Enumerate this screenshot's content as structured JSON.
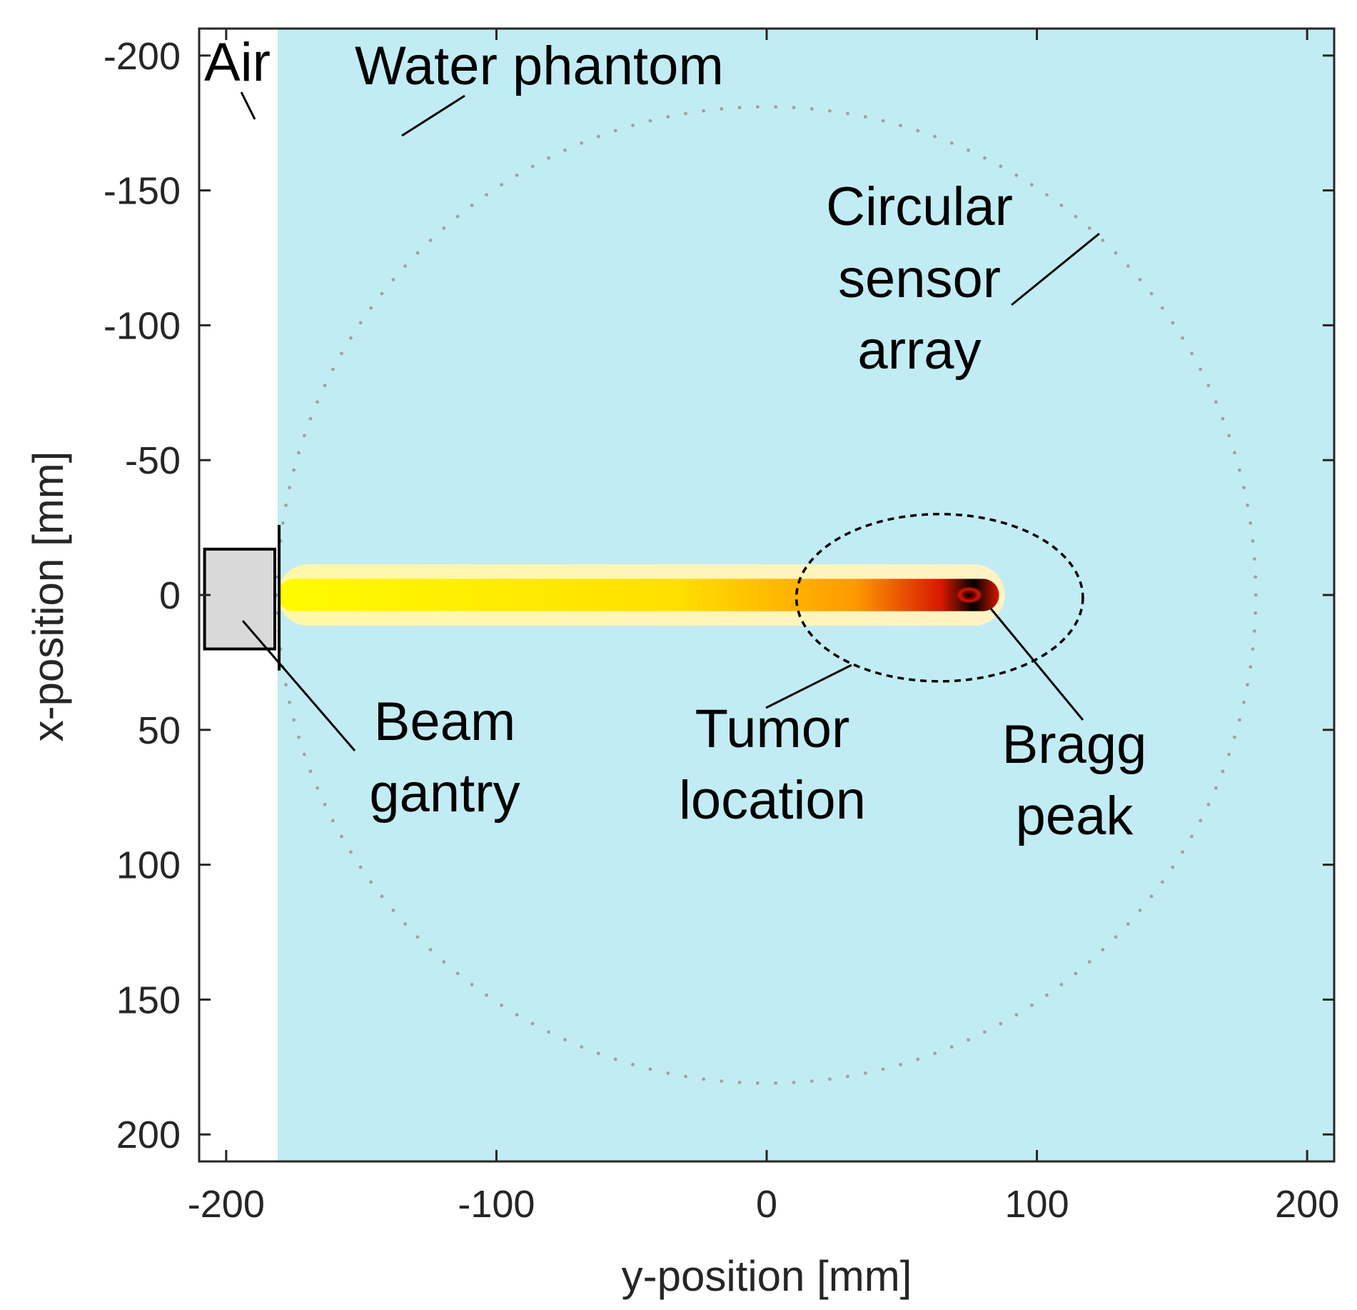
{
  "chart_data": {
    "type": "heatmap",
    "xlabel": "y-position [mm]",
    "ylabel": "x-position [mm]",
    "xlim": [
      -210,
      210
    ],
    "ylim": [
      -210,
      210
    ],
    "y_axis_reversed": true,
    "xticks": [
      -200,
      -100,
      0,
      100,
      200
    ],
    "xtick_labels": [
      "-200",
      "-100",
      "0",
      "100",
      "200"
    ],
    "yticks": [
      -200,
      -150,
      -100,
      -50,
      0,
      50,
      100,
      150,
      200
    ],
    "ytick_labels": [
      "-200",
      "-150",
      "-100",
      "-50",
      "0",
      "50",
      "100",
      "150",
      "200"
    ],
    "grid": false,
    "regions": {
      "air": {
        "label": "Air",
        "y_range": [
          -210,
          -181
        ],
        "color": "#ffffff"
      },
      "water": {
        "label": "Water phantom",
        "y_range": [
          -181,
          210
        ],
        "color": "#c2ecf4"
      }
    },
    "sensor_array": {
      "label": [
        "Circular",
        "sensor",
        "array"
      ],
      "center": [
        0,
        0
      ],
      "radius": 181,
      "sensor_count": 170,
      "color": "#a0a0a0"
    },
    "tumor": {
      "label": [
        "Tumor",
        "location"
      ],
      "center_y": 64,
      "center_x": 1,
      "radius_y": 53,
      "radius_x": 31
    },
    "beam": {
      "start_y": -181,
      "end_y": 86,
      "half_width_x": 6,
      "peak_y": 75,
      "colors": [
        "#fffb00",
        "#ffe000",
        "#ff9a00",
        "#d81800",
        "#000000"
      ]
    },
    "bragg_peak": {
      "label": [
        "Bragg",
        "peak"
      ],
      "y": 76,
      "x": 0
    },
    "gantry": {
      "label": [
        "Beam",
        "gantry"
      ],
      "y_range": [
        -208,
        -182
      ],
      "x_range": [
        -17,
        20
      ],
      "color": "#d9d9d9"
    }
  }
}
